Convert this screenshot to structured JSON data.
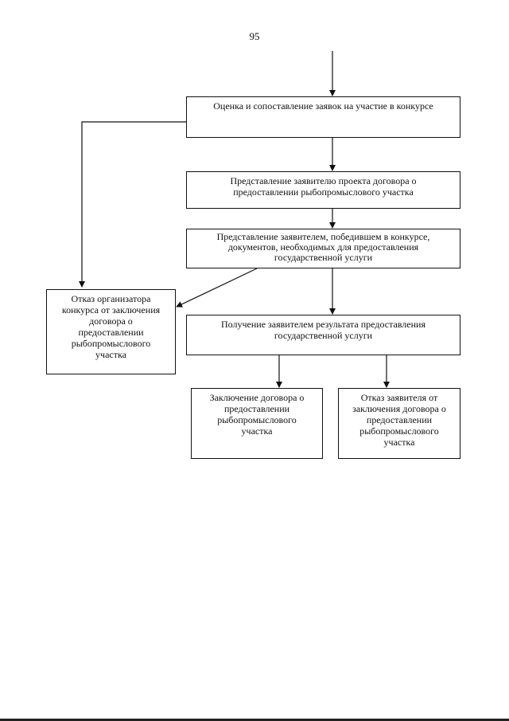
{
  "page": {
    "number": "95"
  },
  "boxes": {
    "evaluation": "Оценка и сопоставление заявок на участие в конкурсе",
    "draft_contract": "Представление заявителю проекта договора о\nпредоставлении рыбопромыслового участка",
    "winner_docs": "Представление заявителем, победившем в конкурсе,\nдокументов, необходимых для предоставления\nгосударственной услуги",
    "organizer_refusal": "Отказ организатора\nконкурса от заключения\nдоговора о\nпредоставлении\nрыбопромыслового\nучастка",
    "result": "Получение заявителем результата предоставления\nгосударственной услуги",
    "contract_concluded": "Заключение договора о\nпредоставлении\nрыбопромыслового\nучастка",
    "applicant_refusal": "Отказ заявителя от\nзаключения договора о\nпредоставлении\nрыбопромыслового\nучастка"
  }
}
